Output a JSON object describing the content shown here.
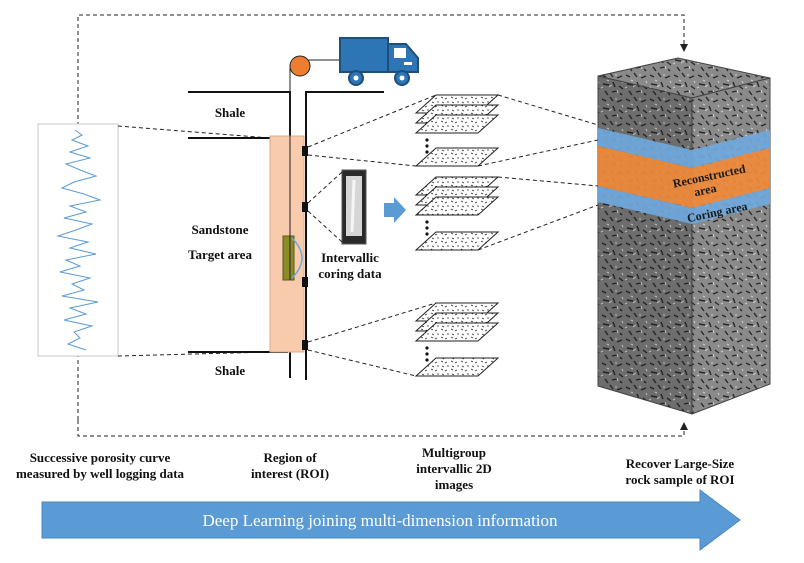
{
  "labels": {
    "shale_top": "Shale",
    "shale_bottom": "Shale",
    "sandstone": "Sandstone",
    "target_area": "Target area",
    "intervallic_line1": "Intervallic",
    "intervallic_line2": "coring data",
    "reconstructed_line1": "Reconstructed",
    "reconstructed_line2": "area",
    "coring_area": "Coring area"
  },
  "captions": {
    "porosity_line1": "Successive porosity curve",
    "porosity_line2": "measured by well logging data",
    "roi_line1": "Region of",
    "roi_line2": "interest (ROI)",
    "multigroup_line1": "Multigroup",
    "multigroup_line2": "intervallic 2D",
    "multigroup_line3": "images",
    "recover_line1": "Recover Large-Size",
    "recover_line2": "rock sample of ROI"
  },
  "banner": {
    "text": "Deep Learning joining multi-dimension information"
  },
  "colors": {
    "banner_blue": "#5b9bd5",
    "roi_fill": "#f8cbad",
    "truck_blue": "#2e75b6",
    "pulley_orange": "#ed7d31",
    "reconstructed_band": "#f08a38",
    "coring_band": "#6fa8dc",
    "curve_blue": "#5b9bd5",
    "target_box": "#8b8b2a"
  }
}
